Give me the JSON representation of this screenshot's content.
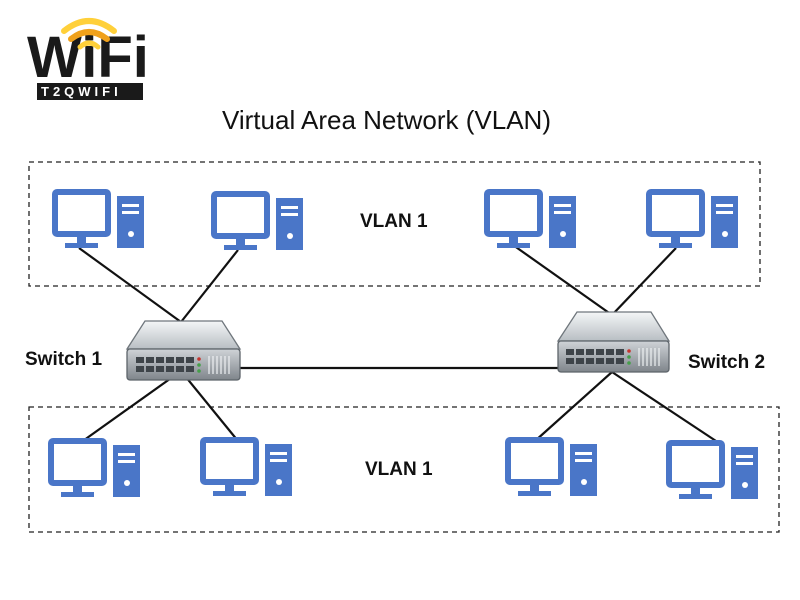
{
  "brand": {
    "logo_text": "WiFi",
    "logo_subtext": "T2QWIFI",
    "colors": {
      "logo_dark": "#1a1a1a",
      "logo_orange": "#f0a11b",
      "logo_yellow": "#ffd03a"
    }
  },
  "diagram": {
    "title": "Virtual Area Network (VLAN)",
    "vlans": [
      {
        "label": "VLAN 1"
      },
      {
        "label": "VLAN 1"
      }
    ],
    "switches": [
      {
        "label": "Switch 1"
      },
      {
        "label": "Switch 2"
      }
    ],
    "computers": {
      "top_count": 4,
      "bottom_count": 4,
      "color": "#4a76c8"
    }
  }
}
